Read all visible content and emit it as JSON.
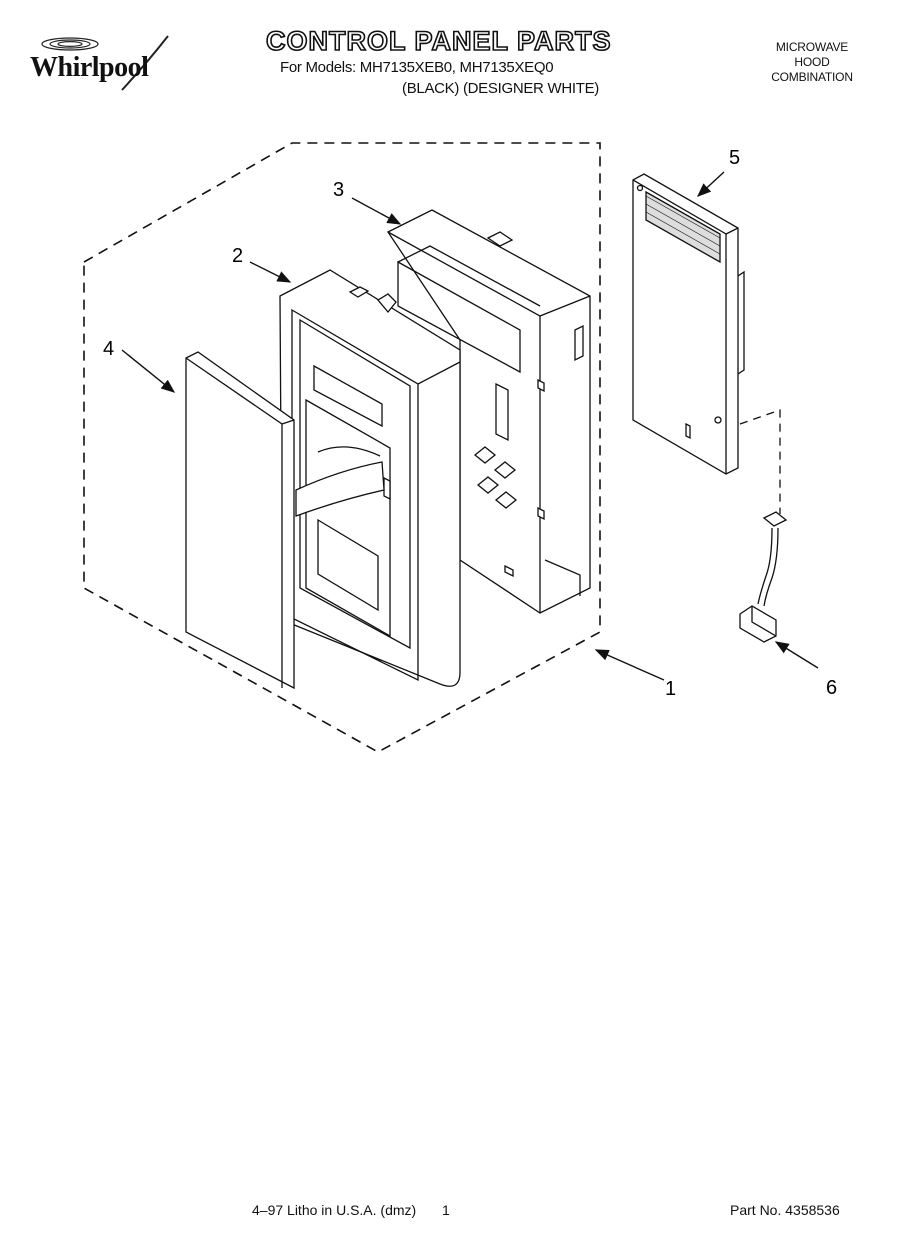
{
  "header": {
    "brand": "Whirlpool",
    "title": "CONTROL PANEL PARTS",
    "models_line": "For Models: MH7135XEB0, MH7135XEQ0",
    "colors_line": "(BLACK) (DESIGNER WHITE)",
    "product_type": [
      "MICROWAVE",
      "HOOD",
      "COMBINATION"
    ]
  },
  "diagram": {
    "callouts": [
      "1",
      "2",
      "3",
      "4",
      "5",
      "6"
    ]
  },
  "footer": {
    "left": "4–97 Litho in U.S.A. (dmz)",
    "center": "1",
    "right": "Part No. 4358536"
  }
}
